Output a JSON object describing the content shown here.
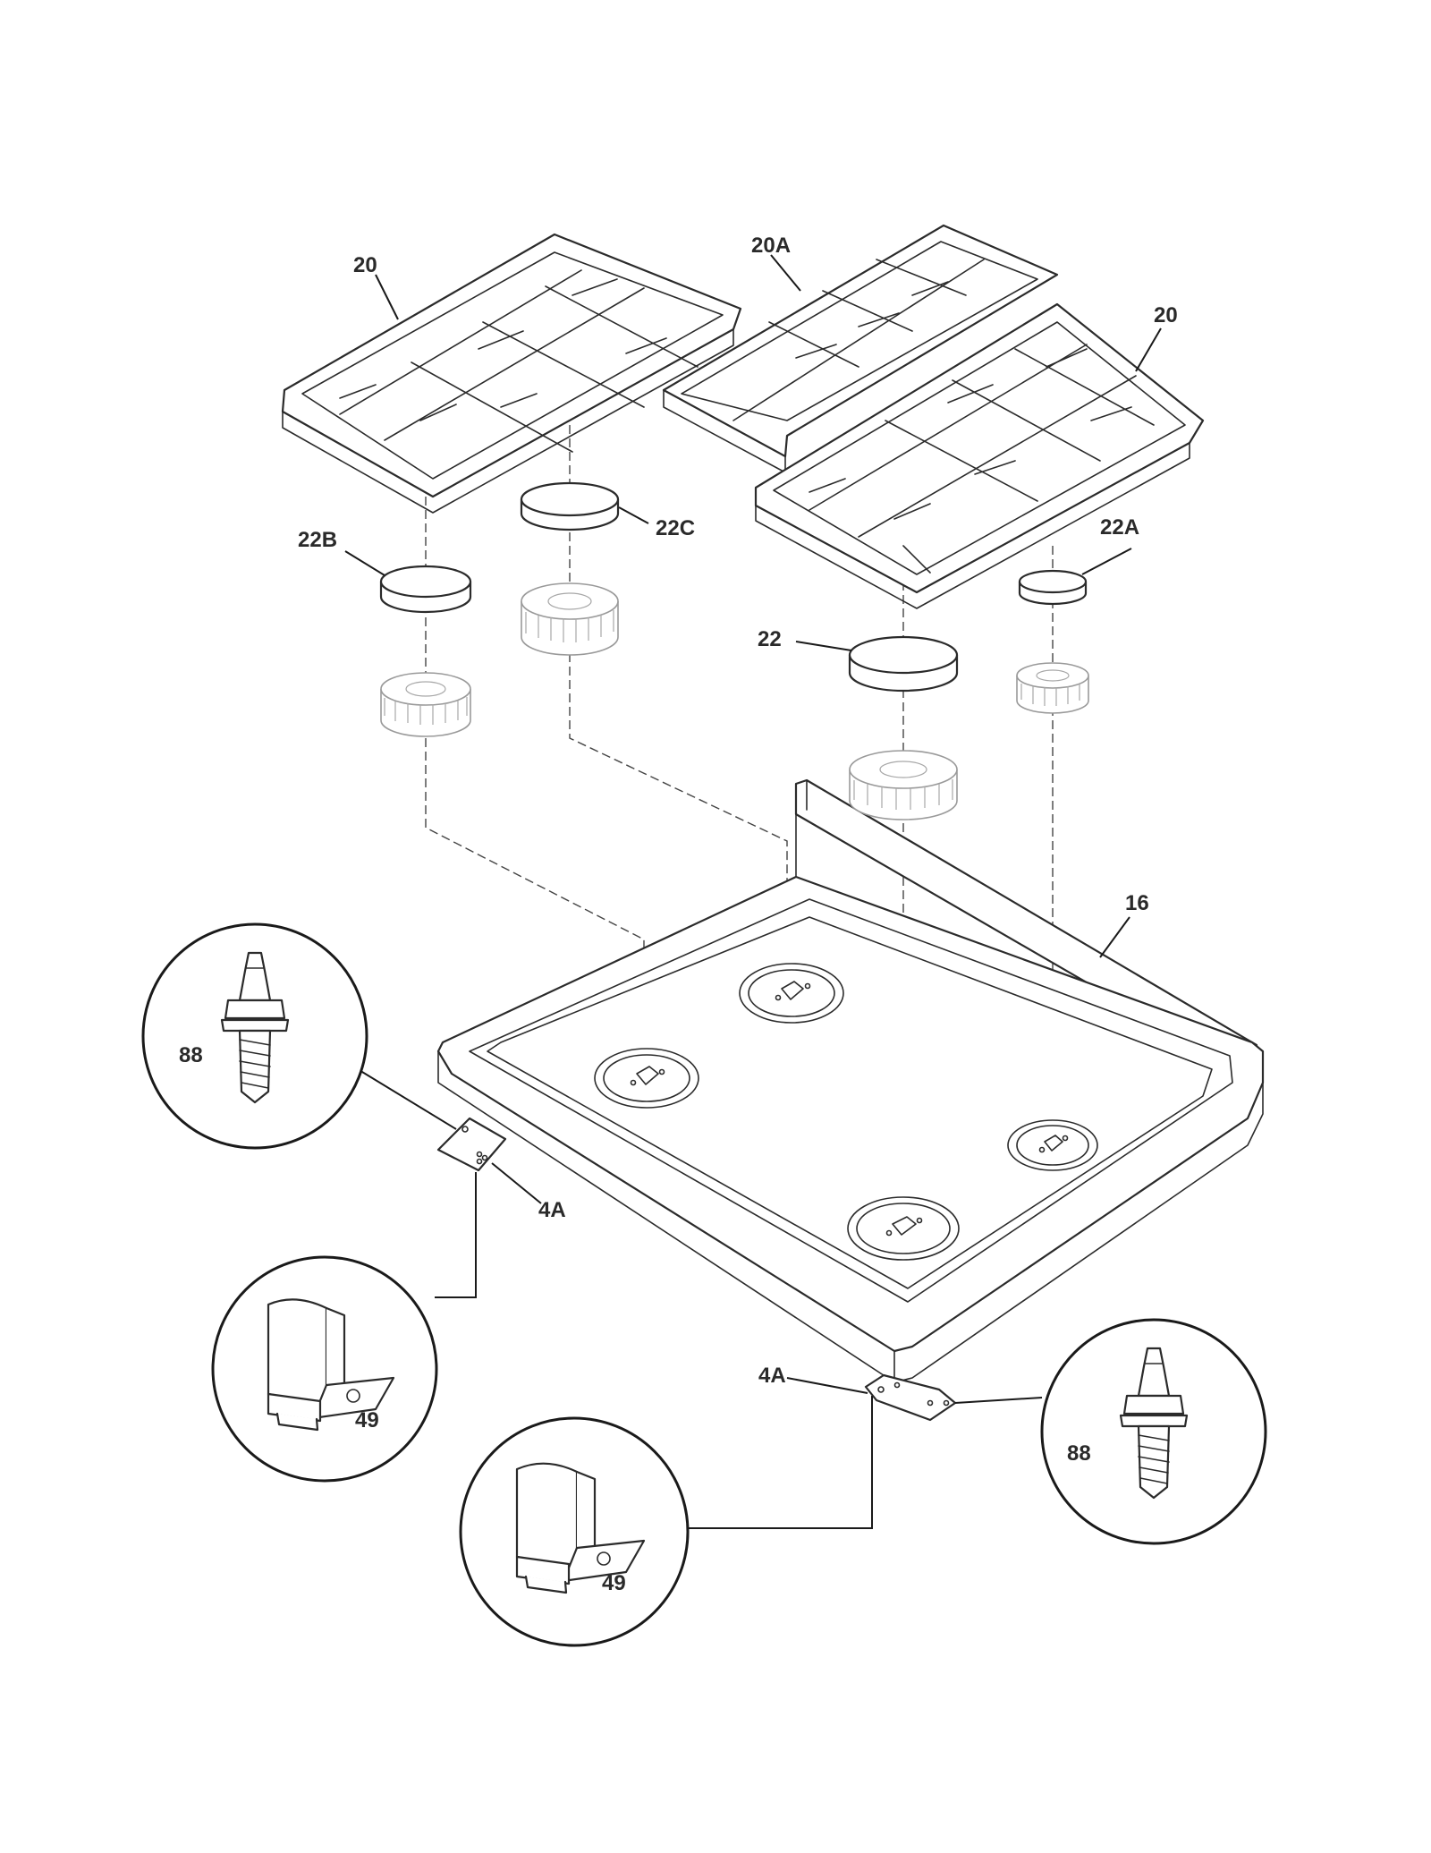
{
  "callouts": {
    "c20_left": "20",
    "c20a": "20A",
    "c20_right": "20",
    "c22b": "22B",
    "c22c": "22C",
    "c22a": "22A",
    "c22": "22",
    "c16": "16",
    "c88_left": "88",
    "c4a_left": "4A",
    "c49_left": "49",
    "c4a_right": "4A",
    "c88_right": "88",
    "c49_right": "49"
  }
}
